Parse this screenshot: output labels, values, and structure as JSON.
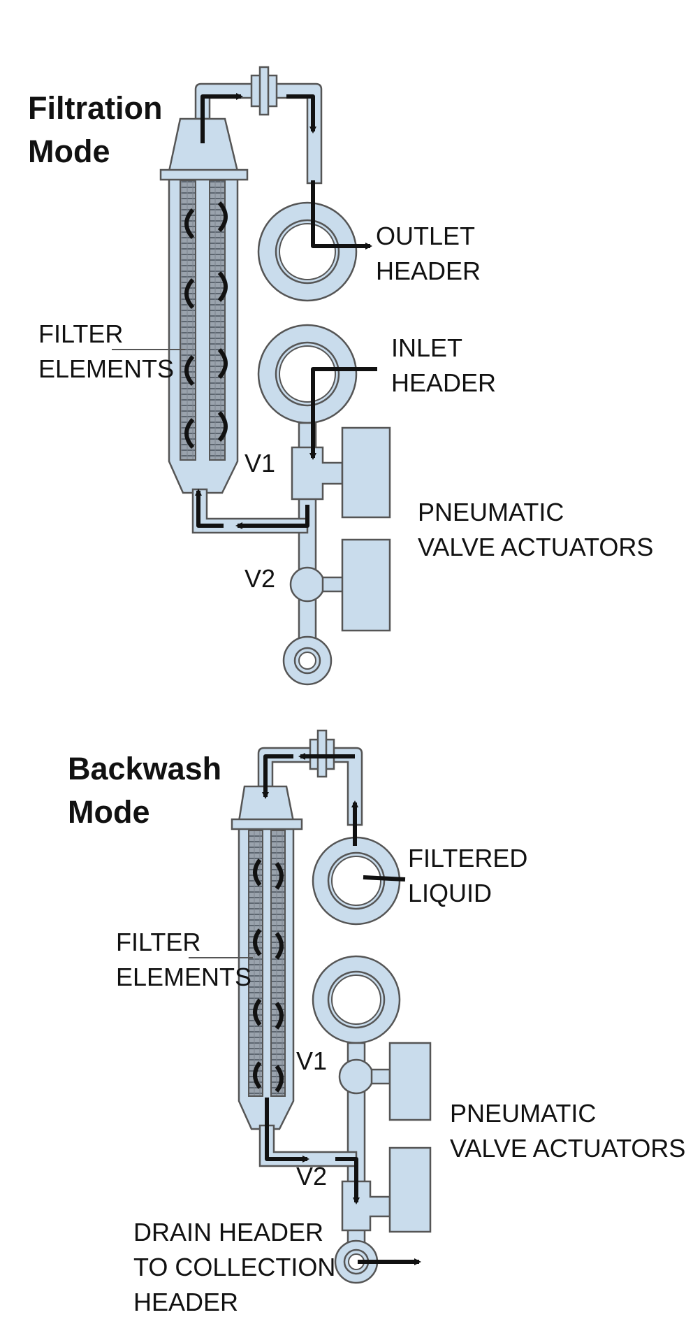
{
  "colors": {
    "pipe_fill": "#c9dcec",
    "outline": "#555555",
    "flow_arrow": "#111111",
    "text": "#111111"
  },
  "filtration": {
    "title_line1": "Filtration",
    "title_line2": "Mode",
    "filter_elements_line1": "FILTER",
    "filter_elements_line2": "ELEMENTS",
    "outlet_header_line1": "OUTLET",
    "outlet_header_line2": "HEADER",
    "inlet_header_line1": "INLET",
    "inlet_header_line2": "HEADER",
    "valve1": "V1",
    "valve2": "V2",
    "actuators_line1": "PNEUMATIC",
    "actuators_line2": "VALVE ACTUATORS"
  },
  "backwash": {
    "title_line1": "Backwash",
    "title_line2": "Mode",
    "filter_elements_line1": "FILTER",
    "filter_elements_line2": "ELEMENTS",
    "filtered_liquid_line1": "FILTERED",
    "filtered_liquid_line2": "LIQUID",
    "valve1": "V1",
    "valve2": "V2",
    "actuators_line1": "PNEUMATIC",
    "actuators_line2": "VALVE ACTUATORS",
    "drain_line1": "DRAIN HEADER",
    "drain_line2": "TO COLLECTION",
    "drain_line3": "HEADER"
  }
}
